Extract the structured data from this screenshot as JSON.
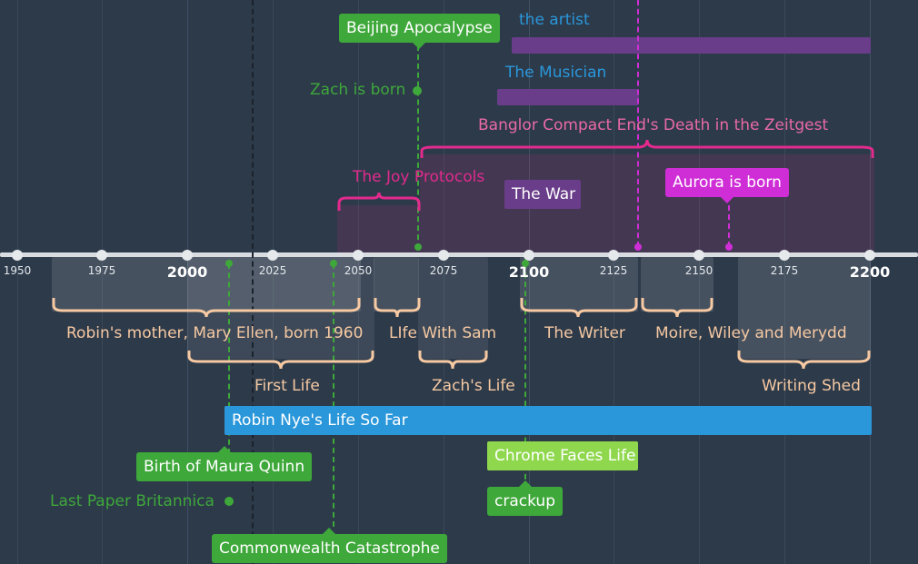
{
  "colors": {
    "background": "#2d3a4a",
    "axis": "#d9dde2",
    "green": "#3ea83a",
    "light_green": "#8fd84e",
    "blue": "#2a97da",
    "purple": "#6a3d8a",
    "magenta": "#e32a8d",
    "violet": "#cf2ed6",
    "peach": "#f6c9a2"
  },
  "axis": {
    "ticks": [
      {
        "label": "1950",
        "major": false
      },
      {
        "label": "1975",
        "major": false
      },
      {
        "label": "2000",
        "major": true
      },
      {
        "label": "2025",
        "major": false
      },
      {
        "label": "2050",
        "major": false
      },
      {
        "label": "2075",
        "major": false
      },
      {
        "label": "2100",
        "major": true
      },
      {
        "label": "2125",
        "major": false
      },
      {
        "label": "2150",
        "major": false
      },
      {
        "label": "2175",
        "major": false
      },
      {
        "label": "2200",
        "major": true
      }
    ]
  },
  "above": {
    "beijing_apocalypse": "Beijing Apocalypse",
    "the_artist": "the artist",
    "the_musician": "The Musician",
    "zach_is_born": "Zach is born",
    "banglor": "Banglor Compact End's Death in the Zeitgest",
    "joy_protocols": "The Joy Protocols",
    "the_war": "The War",
    "aurora_is_born": "Aurora is born"
  },
  "below": {
    "robins_mother": "Robin's mother, Mary Ellen, born 1960",
    "life_with_sam": "LIfe With Sam",
    "the_writer": "The Writer",
    "moire": "Moire, Wiley and Merydd",
    "first_life": "First Life",
    "zachs_life": "Zach's Life",
    "writing_shed": "Writing Shed",
    "robin_nye": "Robin Nye's Life So Far",
    "chrome_faces": "Chrome Faces Life",
    "birth_maura": "Birth of Maura Quinn",
    "crackup": "crackup",
    "last_paper": "Last Paper Britannica",
    "commonwealth": "Commonwealth Catastrophe"
  }
}
